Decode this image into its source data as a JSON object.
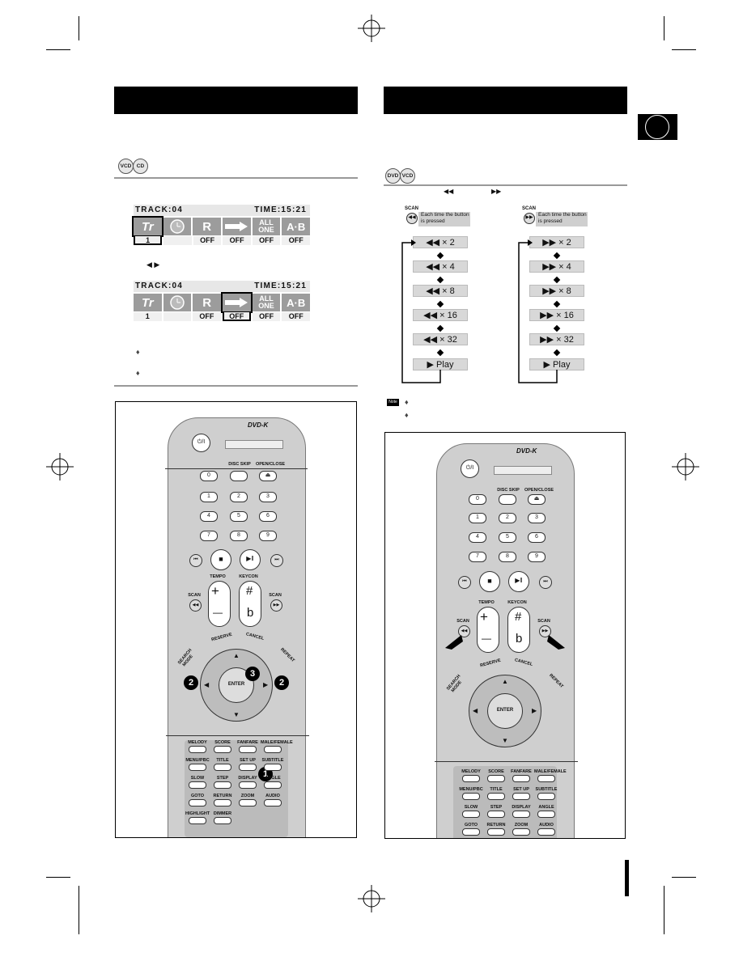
{
  "left_section": {
    "disc_icons": [
      "VCD",
      "CD"
    ],
    "osd1": {
      "track_label": "TRACK:04",
      "time_label": "TIME:15:21",
      "icons": [
        "Tr",
        "clock",
        "R",
        "arrow",
        "ALL ONE",
        "A·B"
      ],
      "values": [
        "1",
        "",
        "OFF",
        "OFF",
        "OFF",
        "OFF"
      ]
    },
    "osd2": {
      "track_label": "TRACK:04",
      "time_label": "TIME:15:21",
      "icons": [
        "Tr",
        "clock",
        "R",
        "arrow",
        "ALL ONE",
        "A·B"
      ],
      "values": [
        "1",
        "",
        "OFF",
        "OFF",
        "OFF",
        "OFF"
      ]
    },
    "arrows_glyph": "◀ ▶",
    "bullets": [
      "♦",
      "♦"
    ]
  },
  "right_section": {
    "disc_icons": [
      "DVD",
      "VCD"
    ],
    "scan_glyphs": [
      "◀◀",
      "▶▶"
    ],
    "rev_label": "SCAN",
    "rev_note": "Each time the button is pressed",
    "fwd_label": "SCAN",
    "fwd_note": "Each time the button is pressed",
    "rev_steps": [
      "◀◀ × 2",
      "◀◀ × 4",
      "◀◀ × 8",
      "◀◀ × 16",
      "◀◀ × 32",
      "▶ Play"
    ],
    "fwd_steps": [
      "▶▶ × 2",
      "▶▶ × 4",
      "▶▶ × 8",
      "▶▶ × 16",
      "▶▶ × 32",
      "▶ Play"
    ],
    "note_tag": "Note",
    "note_bullets": [
      "♦",
      "♦"
    ]
  },
  "remote": {
    "brand": "DVD-K",
    "power": "⏻/I",
    "disc_skip": "DISC SKIP",
    "open_close": "OPEN/CLOSE",
    "digits": [
      "0",
      "1",
      "2",
      "3",
      "4",
      "5",
      "6",
      "7",
      "8",
      "9"
    ],
    "tempo": "TEMPO",
    "keycon": "KEYCON",
    "scan": "SCAN",
    "reserve": "RESERVE",
    "cancel": "CANCEL",
    "search_mode": "SEARCH MODE",
    "repeat": "REPEAT",
    "enter": "ENTER",
    "sharp": "#",
    "flat": "b",
    "plus": "+",
    "minus": "—",
    "bottom_buttons": [
      "MELODY",
      "SCORE",
      "FANFARE",
      "MALE/FEMALE",
      "MENU/PBC",
      "TITLE",
      "SET UP",
      "SUBTITLE",
      "SLOW",
      "STEP",
      "DISPLAY",
      "ANGLE",
      "GOTO",
      "RETURN",
      "ZOOM",
      "AUDIO",
      "HIGHLIGHT",
      "DIMMER"
    ],
    "step_markers": [
      "2",
      "3",
      "2",
      "1"
    ]
  },
  "colors": {
    "bar": "#000000",
    "rule": "#999999",
    "osd_icon": "#9c9c9c",
    "remote_body": "#cfcfcf"
  }
}
